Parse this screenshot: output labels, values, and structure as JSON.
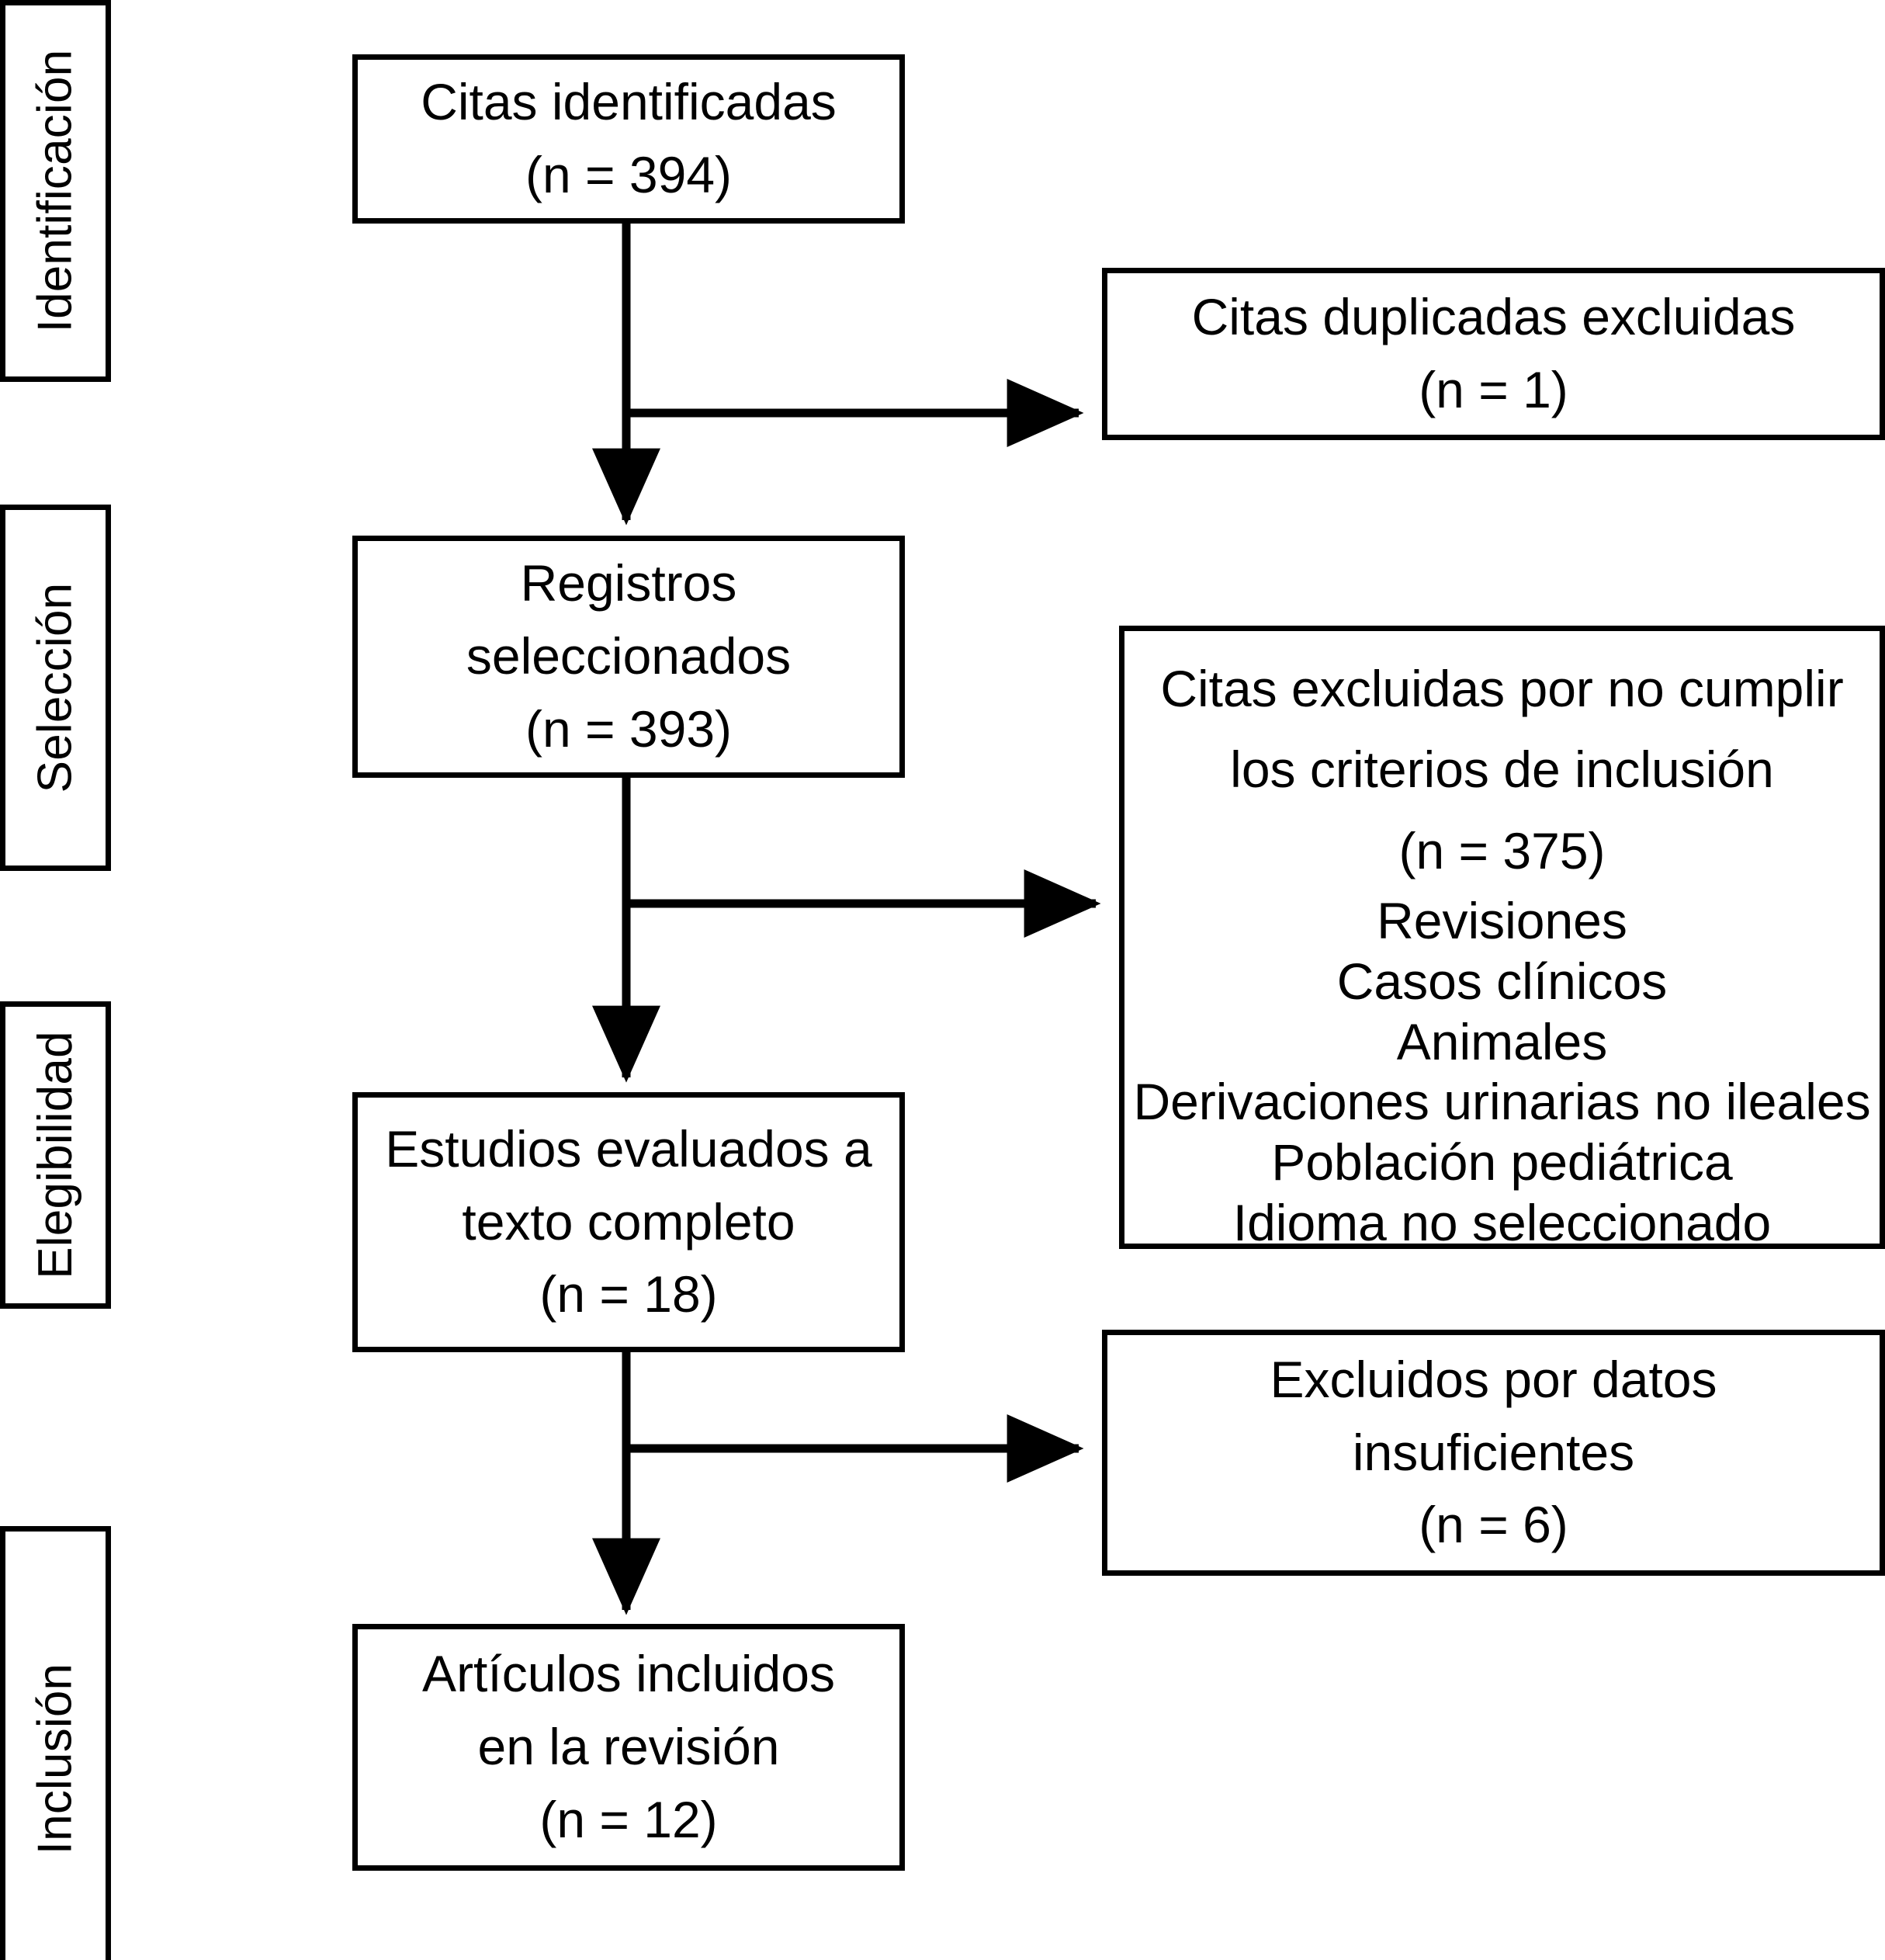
{
  "diagram": {
    "type": "prisma-flow-diagram",
    "language": "es",
    "line_color": "#000000",
    "background_color": "#ffffff",
    "phases": [
      {
        "id": "identificacion",
        "label": "Identificación"
      },
      {
        "id": "seleccion",
        "label": "Selección"
      },
      {
        "id": "elegibilidad",
        "label": "Elegibilidad"
      },
      {
        "id": "inclusion",
        "label": "Inclusión"
      }
    ],
    "nodes": [
      {
        "id": "citas-identificadas",
        "phase": "identificacion",
        "column": "main",
        "lines": [
          "Citas identificadas",
          "(n = 394)"
        ],
        "n": 394
      },
      {
        "id": "citas-duplicadas-excluidas",
        "phase": "identificacion",
        "column": "side",
        "lines": [
          "Citas duplicadas excluidas",
          "(n = 1)"
        ],
        "n": 1
      },
      {
        "id": "registros-seleccionados",
        "phase": "seleccion",
        "column": "main",
        "lines": [
          "Registros",
          "seleccionados",
          "(n = 393)"
        ],
        "n": 393
      },
      {
        "id": "citas-excluidas-criterios",
        "phase": "seleccion",
        "column": "side",
        "lines": [
          "Citas excluidas por no cumplir",
          "los criterios de inclusión",
          "(n = 375)",
          "Revisiones",
          "Casos clínicos",
          "Animales",
          "Derivaciones urinarias no ileales",
          "Población pediátrica",
          "Idioma no seleccionado"
        ],
        "n": 375
      },
      {
        "id": "estudios-texto-completo",
        "phase": "elegibilidad",
        "column": "main",
        "lines": [
          "Estudios evaluados a",
          "texto completo",
          "(n = 18)"
        ],
        "n": 18
      },
      {
        "id": "excluidos-datos-insuficientes",
        "phase": "elegibilidad",
        "column": "side",
        "lines": [
          "Excluidos por datos",
          "insuficientes",
          "(n = 6)"
        ],
        "n": 6
      },
      {
        "id": "articulos-incluidos",
        "phase": "inclusion",
        "column": "main",
        "lines": [
          "Artículos incluidos",
          "en la revisión",
          "(n = 12)"
        ],
        "n": 12
      }
    ],
    "edges": [
      {
        "id": "edge-identificadas-to-seleccionados",
        "from": "citas-identificadas",
        "to": "registros-seleccionados",
        "direction": "down"
      },
      {
        "id": "edge-identificadas-to-duplicadas",
        "from": "citas-identificadas",
        "to": "citas-duplicadas-excluidas",
        "direction": "right"
      },
      {
        "id": "edge-seleccionados-to-texto-completo",
        "from": "registros-seleccionados",
        "to": "estudios-texto-completo",
        "direction": "down"
      },
      {
        "id": "edge-seleccionados-to-excluidas-criterios",
        "from": "registros-seleccionados",
        "to": "citas-excluidas-criterios",
        "direction": "right"
      },
      {
        "id": "edge-texto-completo-to-incluidos",
        "from": "estudios-texto-completo",
        "to": "articulos-incluidos",
        "direction": "down"
      },
      {
        "id": "edge-texto-completo-to-datos-insuficientes",
        "from": "estudios-texto-completo",
        "to": "excluidos-datos-insuficientes",
        "direction": "right"
      }
    ]
  }
}
